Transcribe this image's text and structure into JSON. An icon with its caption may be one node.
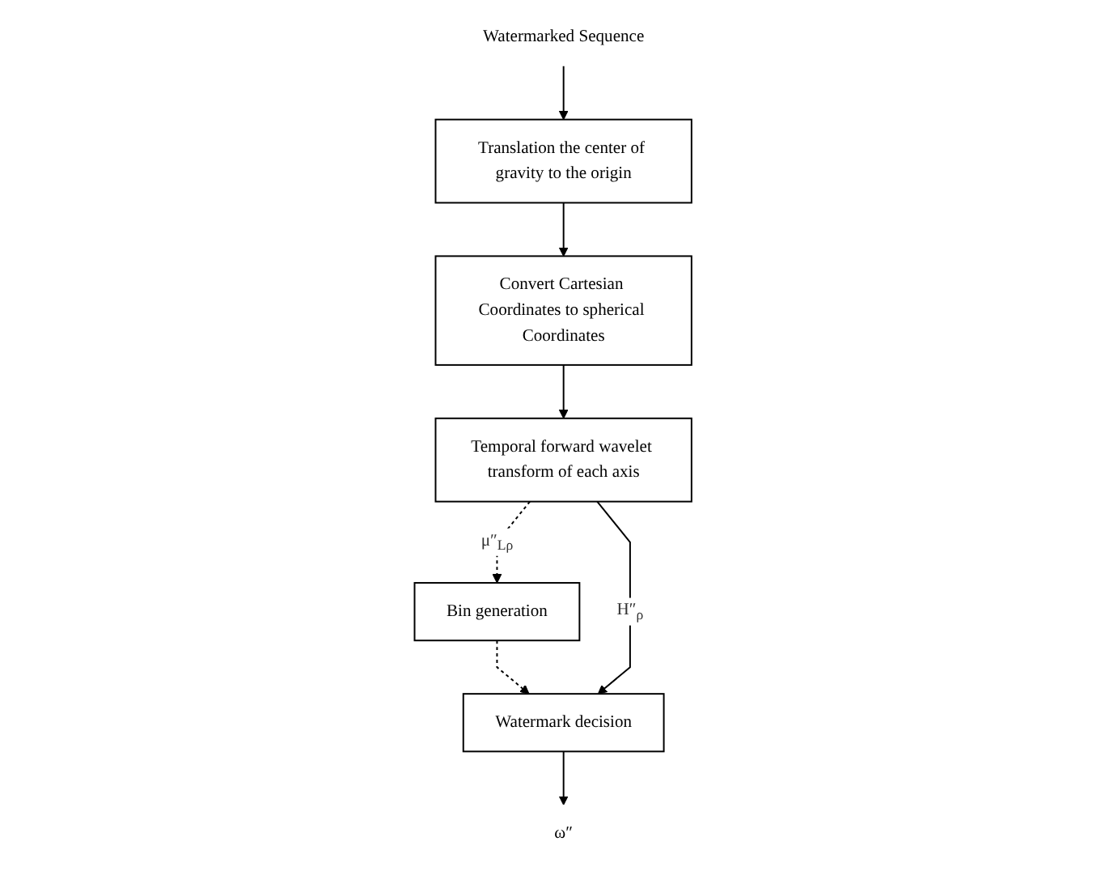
{
  "diagram": {
    "nodes": [
      {
        "text": [
          "Watermarked Sequence"
        ]
      },
      {
        "text": [
          "Translation the center of gravity to the origin"
        ]
      },
      {
        "text": [
          "Convert Cartesian Coordinates to spherical Coordinates"
        ]
      },
      {
        "text": [
          "Temporal forward wavelet transform of each axis"
        ]
      },
      {
        "text": [
          "Bin generation"
        ]
      },
      {
        "text": [
          "Watermark decision"
        ]
      },
      {
        "text": [
          "ω″"
        ]
      }
    ],
    "edges": [
      {
        "from": 0,
        "to": 1,
        "arrow": "to"
      },
      {
        "from": 1,
        "to": 2,
        "arrow": "to"
      },
      {
        "from": 2,
        "to": 3,
        "arrow": "to"
      },
      {
        "from": 3,
        "to": 4,
        "arrow": "to",
        "style": "dashed",
        "label": "μ″$_{Lρ}$"
      },
      {
        "from": 4,
        "to": 5,
        "arrow": "to",
        "style": "dashed"
      },
      {
        "from": 3,
        "to": 5,
        "arrow": "to",
        "label": "H″$_{ρ}$"
      },
      {
        "from": 5,
        "to": 6,
        "arrow": "to"
      }
    ]
  }
}
